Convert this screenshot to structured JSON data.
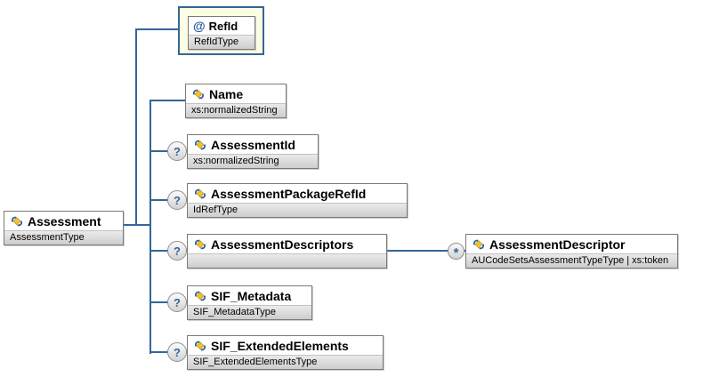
{
  "root": {
    "name": "Assessment",
    "type": "AssessmentType"
  },
  "attribute": {
    "prefix": "@",
    "name": "RefId",
    "type": "RefIdType"
  },
  "children": [
    {
      "name": "Name",
      "type": "xs:normalizedString",
      "optional": false
    },
    {
      "name": "AssessmentId",
      "type": "xs:normalizedString",
      "optional": true
    },
    {
      "name": "AssessmentPackageRefId",
      "type": "IdRefType",
      "optional": true
    },
    {
      "name": "AssessmentDescriptors",
      "type": "",
      "optional": true
    },
    {
      "name": "SIF_Metadata",
      "type": "SIF_MetadataType",
      "optional": true
    },
    {
      "name": "SIF_ExtendedElements",
      "type": "SIF_ExtendedElementsType",
      "optional": true
    }
  ],
  "descriptor": {
    "name": "AssessmentDescriptor",
    "type": "AUCodeSetsAssessmentTypeType | xs:token"
  },
  "markers": {
    "optional": "?",
    "repeating": "*"
  },
  "colors": {
    "line": "#336699",
    "attribute_bg": "#fdfde3",
    "type_row": "#d4d4d4",
    "icon_yellow": "#f2c22e",
    "icon_blue": "#2f5fa5"
  }
}
